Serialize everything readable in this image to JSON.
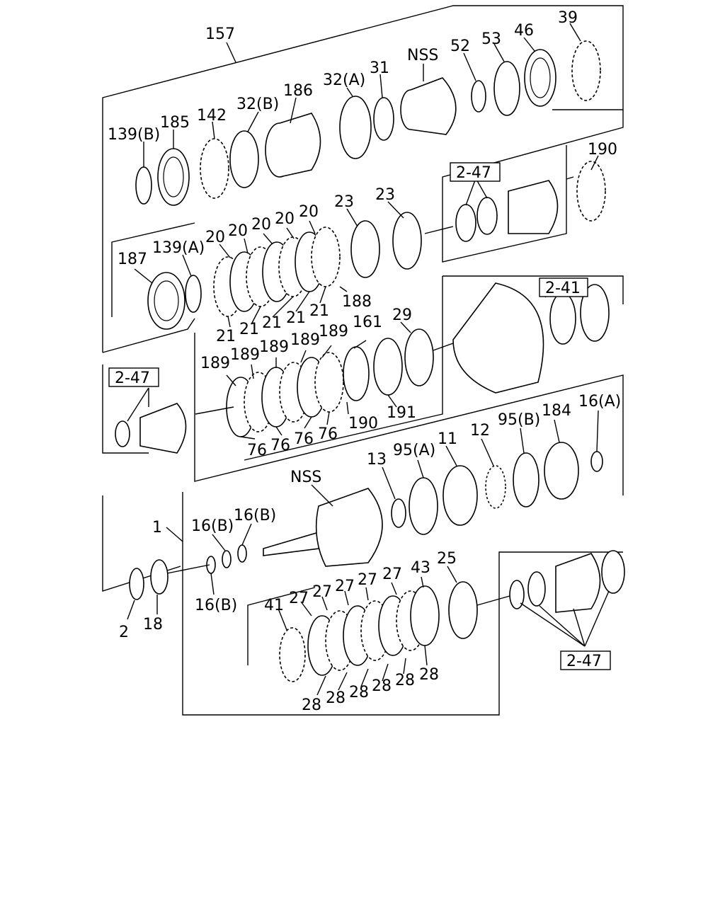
{
  "labels": {
    "l157": "157",
    "l39": "39",
    "l46": "46",
    "l53": "53",
    "l52": "52",
    "lnss1": "NSS",
    "l31": "31",
    "l32a": "32(A)",
    "l186": "186",
    "l32b": "32(B)",
    "l142": "142",
    "l185": "185",
    "l139b": "139(B)",
    "l190a": "190",
    "l23a": "23",
    "l23b": "23",
    "l20a": "20",
    "l20b": "20",
    "l20c": "20",
    "l20d": "20",
    "l20e": "20",
    "l139a": "139(A)",
    "l187": "187",
    "l188": "188",
    "l21a": "21",
    "l21b": "21",
    "l21c": "21",
    "l21d": "21",
    "l21e": "21",
    "l29": "29",
    "l161": "161",
    "l189a": "189",
    "l189b": "189",
    "l189c": "189",
    "l189d": "189",
    "l189e": "189",
    "l76a": "76",
    "l76b": "76",
    "l76c": "76",
    "l76d": "76",
    "l190b": "190",
    "l191": "191",
    "l16a": "16(A)",
    "l184": "184",
    "l95b": "95(B)",
    "l12": "12",
    "l11": "11",
    "l95a": "95(A)",
    "l13": "13",
    "lnss2": "NSS",
    "l1": "1",
    "l16b1": "16(B)",
    "l16b2": "16(B)",
    "l16b3": "16(B)",
    "l2": "2",
    "l18": "18",
    "l25": "25",
    "l43": "43",
    "l27a": "27",
    "l27b": "27",
    "l27c": "27",
    "l27d": "27",
    "l27e": "27",
    "l41": "41",
    "l28a": "28",
    "l28b": "28",
    "l28c": "28",
    "l28d": "28",
    "l28e": "28",
    "l28f": "28"
  },
  "refs": {
    "r247a": "2-47",
    "r241": "2-41",
    "r247b": "2-47",
    "r247c": "2-47"
  }
}
